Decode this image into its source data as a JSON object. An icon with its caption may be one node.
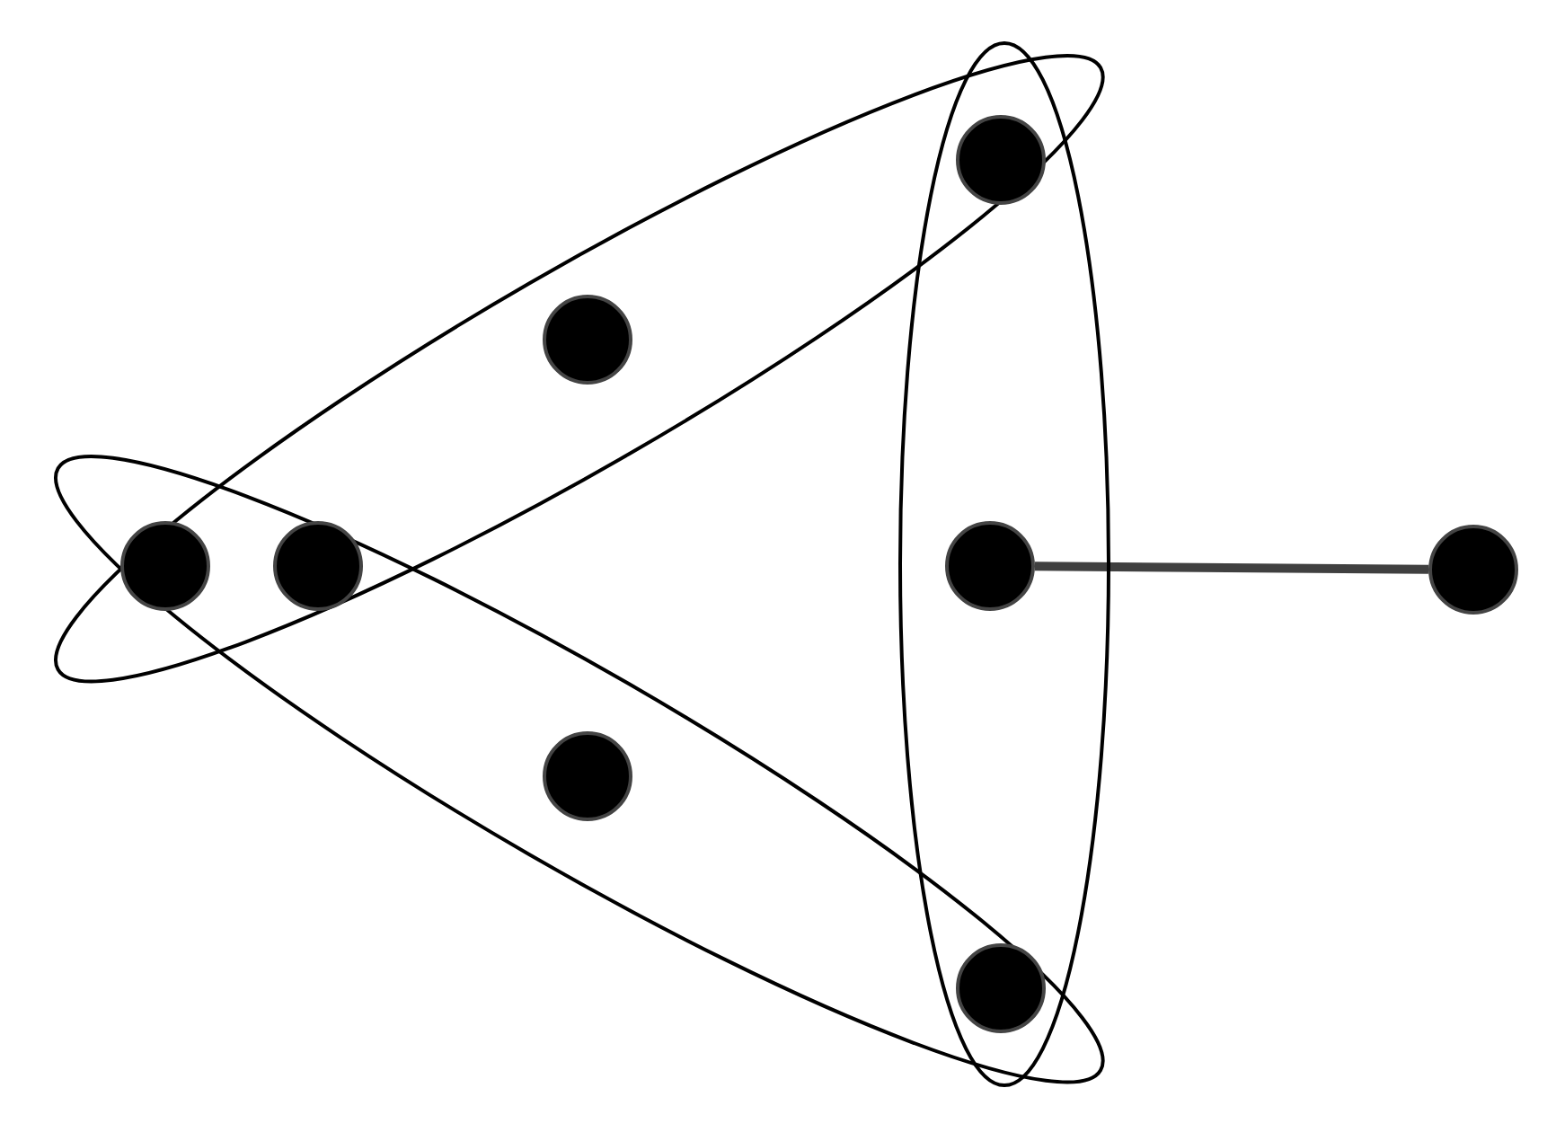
{
  "diagram": {
    "nodes": [
      {
        "text": [],
        "shape": "ellipse"
      },
      {
        "text": [],
        "shape": "ellipse"
      },
      {
        "text": [],
        "shape": "ellipse"
      },
      {
        "text": [],
        "shape": "circle"
      },
      {
        "text": [],
        "shape": "circle"
      },
      {
        "text": [],
        "shape": "circle",
        "in": 0
      },
      {
        "text": [],
        "shape": "circle",
        "in": 1
      },
      {
        "text": [],
        "shape": "circle"
      },
      {
        "text": [],
        "shape": "circle",
        "in": 2
      },
      {
        "text": [],
        "shape": "circle"
      },
      {
        "text": [],
        "shape": "circle"
      }
    ],
    "edges": [
      {
        "from": 8,
        "to": 10,
        "arrow": "none"
      }
    ]
  }
}
